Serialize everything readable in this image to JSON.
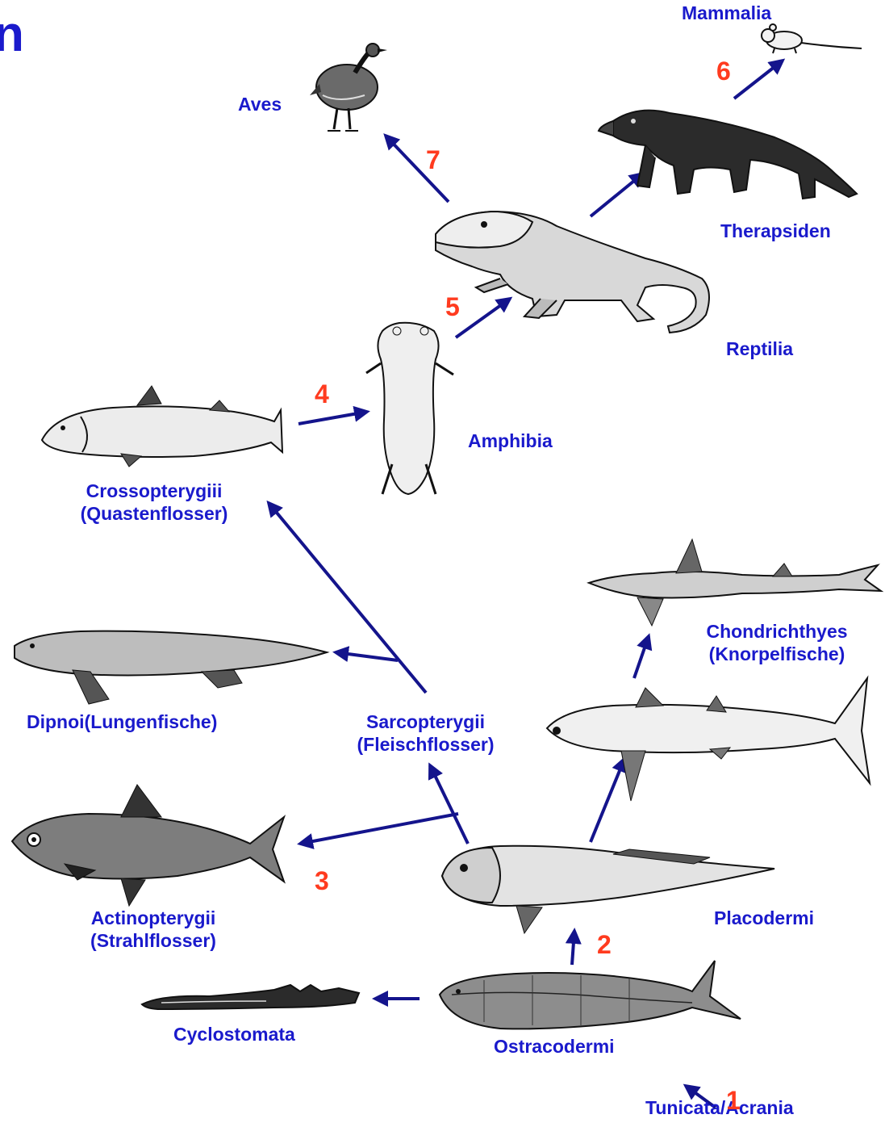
{
  "colors": {
    "label": "#1a1acc",
    "number": "#ff3b1f",
    "arrow": "#14148c",
    "ink": "#111111"
  },
  "corner_glyph": "n",
  "labels": {
    "mammalia": "Mammalia",
    "aves": "Aves",
    "therapsiden": "Therapsiden",
    "reptilia": "Reptilia",
    "amphibia": "Amphibia",
    "crossopterygii_1": "Crossopterygiii",
    "crossopterygii_2": "(Quastenflosser)",
    "chondrichthyes_1": "Chondrichthyes",
    "chondrichthyes_2": "(Knorpelfische)",
    "dipnoi": "Dipnoi(Lungenfische)",
    "sarcopterygii_1": "Sarcopterygii",
    "sarcopterygii_2": "(Fleischflosser)",
    "actinopterygii_1": "Actinopterygii",
    "actinopterygii_2": "(Strahlflosser)",
    "placodermi": "Placodermi",
    "cyclostomata": "Cyclostomata",
    "ostracodermi": "Ostracodermi",
    "tunicata": "Tunicata/Acrania"
  },
  "steps": [
    "1",
    "2",
    "3",
    "4",
    "5",
    "6",
    "7"
  ],
  "drawings": [
    "mouse",
    "bird",
    "therapsid",
    "reptile",
    "amphibian",
    "coelacanth",
    "shark",
    "lungfish",
    "early-shark",
    "herring",
    "placoderm",
    "lamprey",
    "ostracoderm"
  ]
}
